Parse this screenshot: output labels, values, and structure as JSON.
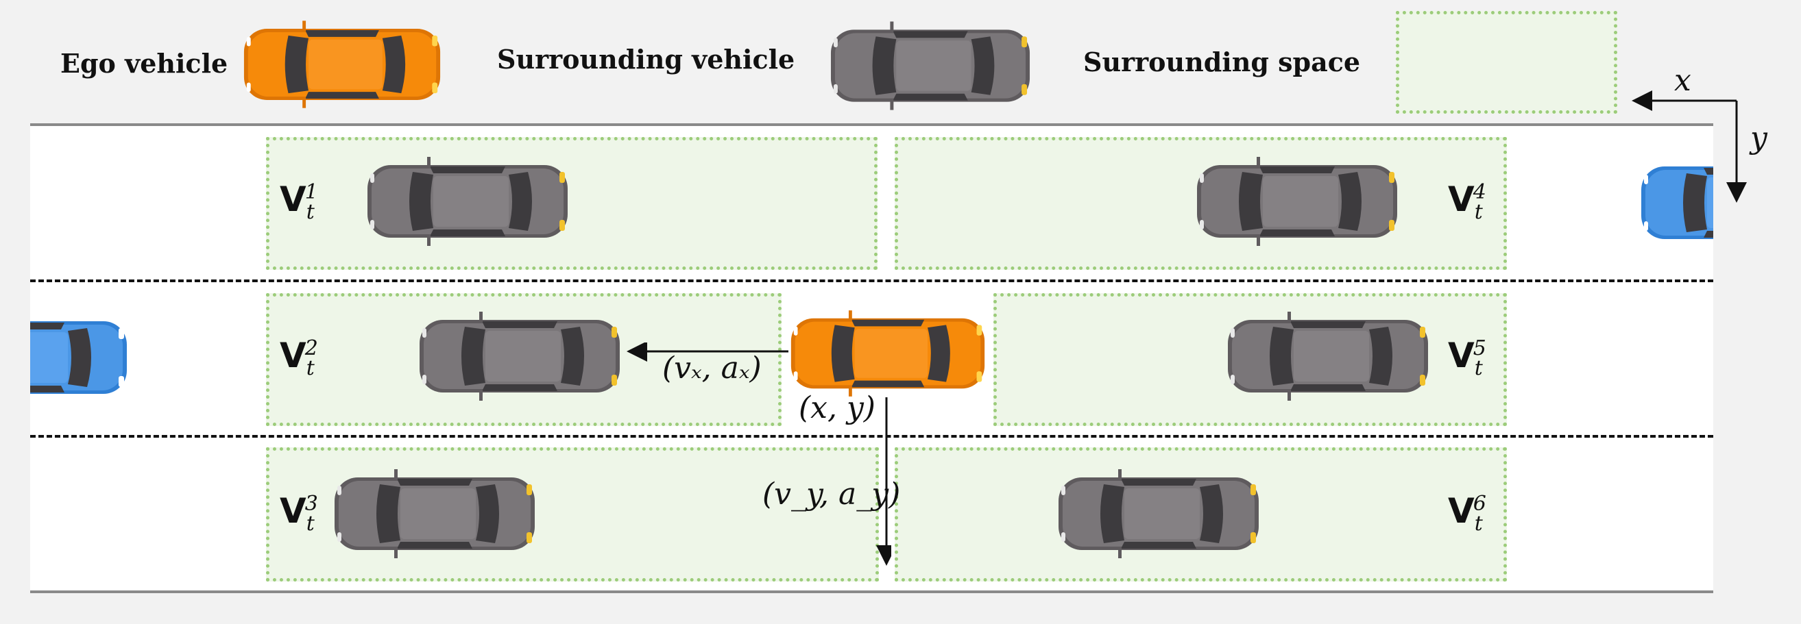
{
  "legend": {
    "ego_label": "Ego vehicle",
    "surrounding_vehicle_label": "Surrounding vehicle",
    "surrounding_space_label": "Surrounding space"
  },
  "axes": {
    "x_label": "x",
    "y_label": "y"
  },
  "vehicles": [
    {
      "base": "V",
      "sub": "t",
      "sup": "1"
    },
    {
      "base": "V",
      "sub": "t",
      "sup": "2"
    },
    {
      "base": "V",
      "sub": "t",
      "sup": "3"
    },
    {
      "base": "V",
      "sub": "t",
      "sup": "4"
    },
    {
      "base": "V",
      "sub": "t",
      "sup": "5"
    },
    {
      "base": "V",
      "sub": "t",
      "sup": "6"
    }
  ],
  "annotations": {
    "longitudinal": "(vₓ, aₓ)",
    "position": "(x, y)",
    "lateral": "(v_y, a_y)"
  },
  "colors": {
    "ego": "#f68a0a",
    "surrounding": "#7a7679",
    "other": "#4b97e6",
    "space_border": "#9ccc7a",
    "space_fill": "#eef6e8"
  }
}
